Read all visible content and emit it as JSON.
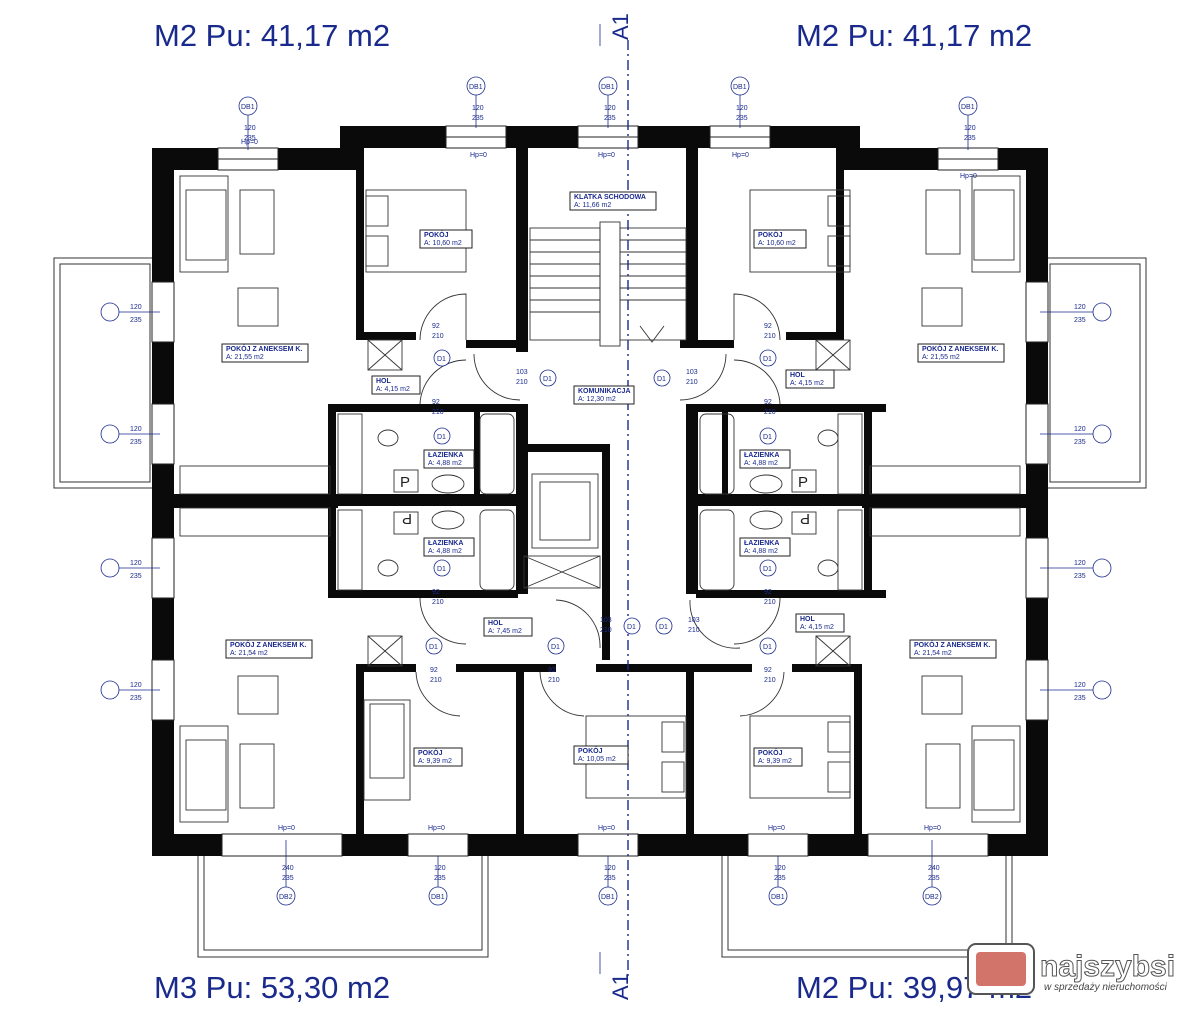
{
  "units": {
    "top_left": "M2 Pu: 41,17 m2",
    "top_right": "M2 Pu: 41,17 m2",
    "bottom_left": "M3 Pu: 53,30 m2",
    "bottom_right": "M2 Pu: 39,97 m2"
  },
  "axis": {
    "label": "A1"
  },
  "rooms": {
    "klatka": {
      "name": "KLATKA SCHODOWA",
      "area": "A: 11,66 m2"
    },
    "komunikacja": {
      "name": "KOMUNIKACJA",
      "area": "A: 12,30 m2"
    },
    "tl_pokoj": {
      "name": "POKÓJ",
      "area": "A: 10,60 m2"
    },
    "tr_pokoj": {
      "name": "POKÓJ",
      "area": "A: 10,60 m2"
    },
    "tl_aneks": {
      "name": "POKÓJ Z ANEKSEM K.",
      "area": "A: 21,55 m2"
    },
    "tr_aneks": {
      "name": "POKÓJ Z ANEKSEM K.",
      "area": "A: 21,55 m2"
    },
    "tl_hol": {
      "name": "HOL",
      "area": "A: 4,15 m2"
    },
    "tr_hol": {
      "name": "HOL",
      "area": "A: 4,15 m2"
    },
    "tl_lazienka": {
      "name": "ŁAZIENKA",
      "area": "A: 4,88 m2"
    },
    "tr_lazienka": {
      "name": "ŁAZIENKA",
      "area": "A: 4,88 m2"
    },
    "bl_lazienka": {
      "name": "ŁAZIENKA",
      "area": "A: 4,88 m2"
    },
    "br_lazienka": {
      "name": "ŁAZIENKA",
      "area": "A: 4,88 m2"
    },
    "bl_aneks": {
      "name": "POKÓJ Z ANEKSEM K.",
      "area": "A: 21,54 m2"
    },
    "br_aneks": {
      "name": "POKÓJ Z ANEKSEM K.",
      "area": "A: 21,54 m2"
    },
    "bl_hol": {
      "name": "HOL",
      "area": "A: 7,45 m2"
    },
    "br_hol": {
      "name": "HOL",
      "area": "A: 4,15 m2"
    },
    "bl_pokoj": {
      "name": "POKÓJ",
      "area": "A: 9,39 m2"
    },
    "bc_pokoj": {
      "name": "POKÓJ",
      "area": "A: 10,05 m2"
    },
    "br_pokoj": {
      "name": "POKÓJ",
      "area": "A: 9,39 m2"
    }
  },
  "labels": {
    "db1": "DB1",
    "db2": "DB2",
    "d1": "D1",
    "hp": "Hp=0",
    "w120": "120",
    "h235": "235",
    "w240": "240",
    "d92": "92",
    "d103": "103",
    "d210": "210",
    "p": "P"
  },
  "logo": {
    "name": "najszybsi",
    "tagline": "w sprzedaży nieruchomości"
  },
  "colors": {
    "text": "#1a2a8c",
    "walls": "#0a0a0a",
    "logo_red": "#c0392b"
  }
}
